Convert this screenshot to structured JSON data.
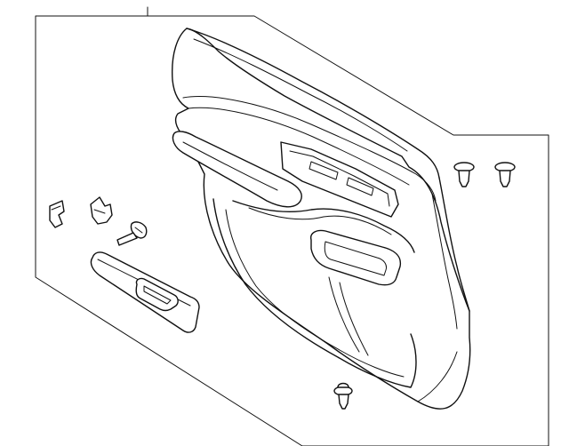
{
  "diagram": {
    "kind": "exploded-parts-illustration",
    "line_color": "#111111",
    "background": "#ffffff",
    "parts": [
      {
        "id": "door-trim-panel",
        "icon": "door-panel-icon"
      },
      {
        "id": "armrest-bezel",
        "icon": "bezel-icon"
      },
      {
        "id": "retainer-clip-left",
        "icon": "clip-icon"
      },
      {
        "id": "retainer-clip-right",
        "icon": "clip-icon"
      },
      {
        "id": "screw",
        "icon": "screw-icon"
      },
      {
        "id": "push-pin-1",
        "icon": "push-pin-icon"
      },
      {
        "id": "push-pin-2",
        "icon": "push-pin-icon"
      },
      {
        "id": "push-pin-bottom",
        "icon": "push-pin-icon"
      }
    ]
  }
}
